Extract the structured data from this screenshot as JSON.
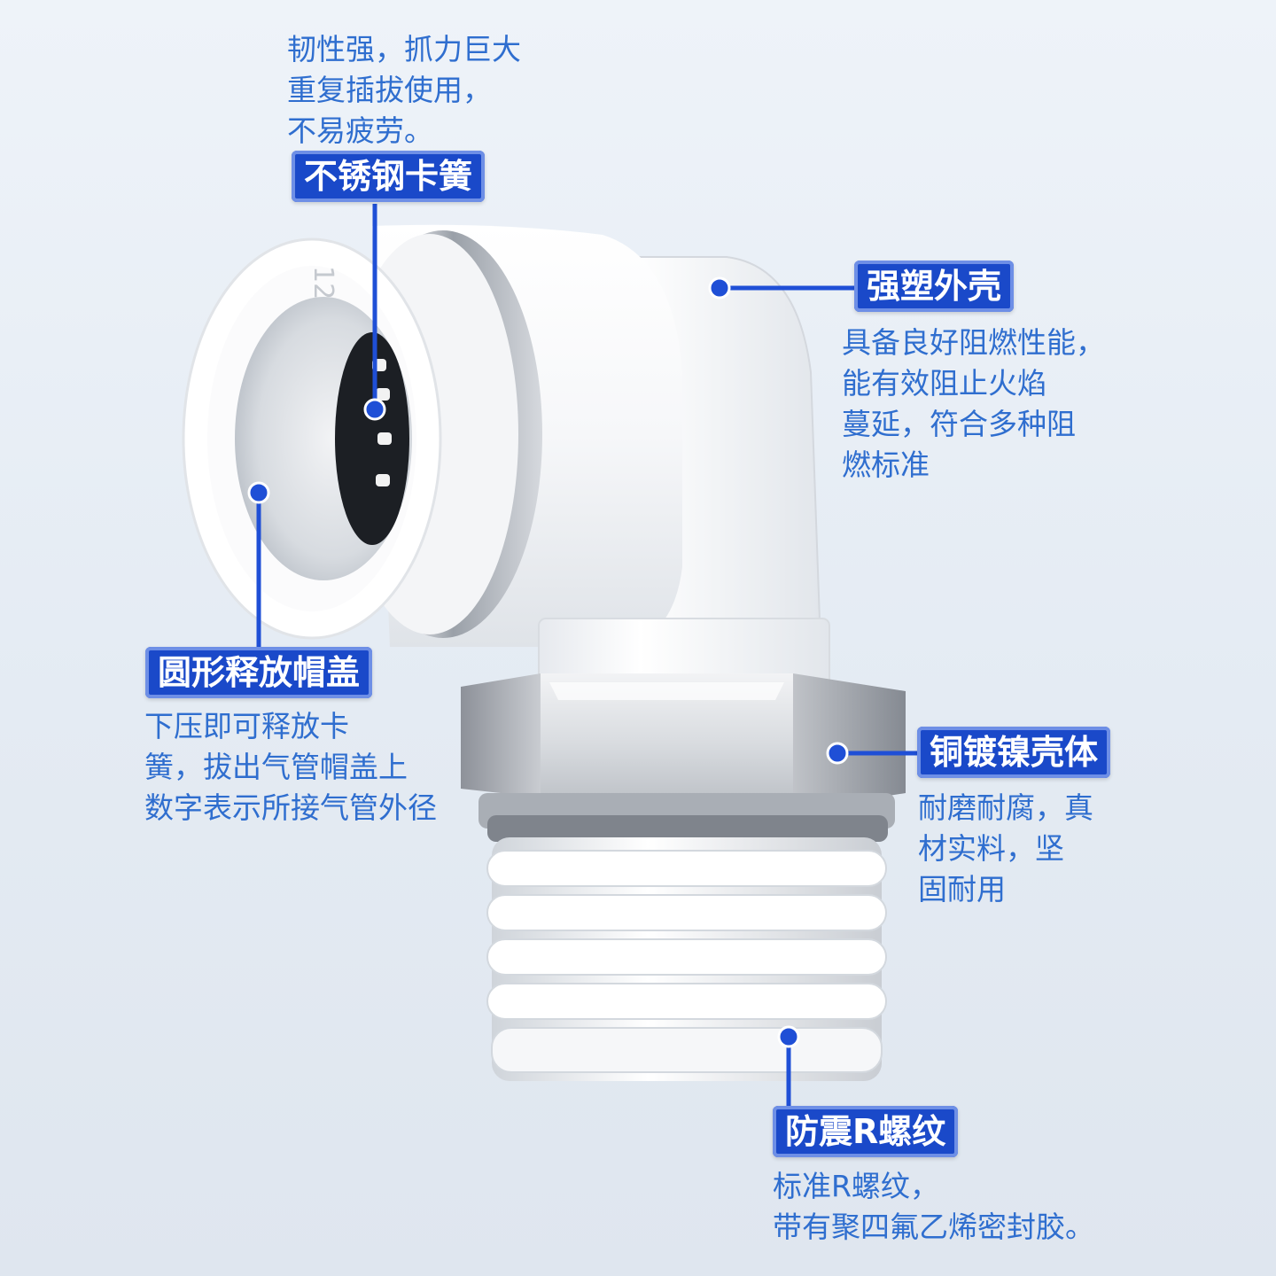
{
  "callouts": {
    "clip": {
      "title": "不锈钢卡簧",
      "lines": [
        "韧性强，抓力巨大",
        "重复插拔使用，",
        "不易疲劳。"
      ]
    },
    "shell": {
      "title": "强塑外壳",
      "lines": [
        "具备良好阻燃性能，",
        "能有效阻止火焰",
        "蔓延，符合多种阻",
        "燃标准"
      ]
    },
    "cap": {
      "title": "圆形释放帽盖",
      "lines": [
        "下压即可释放卡",
        "簧，拔出气管帽盖上",
        "数字表示所接气管外径"
      ]
    },
    "body": {
      "title": "铜镀镍壳体",
      "lines": [
        "耐磨耐腐，真",
        "材实料，坚",
        "固耐用"
      ]
    },
    "thread": {
      "title": "防震R螺纹",
      "lines": [
        "标准R螺纹，",
        "带有聚四氟乙烯密封胶。"
      ]
    }
  },
  "product": {
    "cap_marking": "12"
  },
  "colors": {
    "accent": "#1a49c9",
    "text": "#2f6ecf",
    "leader": "#1f4fd6"
  }
}
